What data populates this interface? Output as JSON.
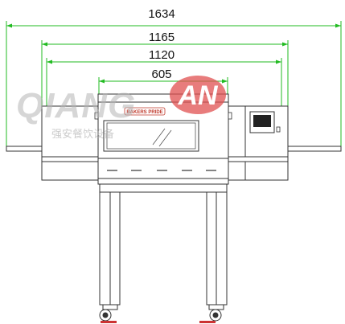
{
  "dimensions": {
    "overall_width": "1634",
    "body_width": "1165",
    "frame_width": "1120",
    "belt_width": "605"
  },
  "watermark": {
    "brand_prefix": "QIANG",
    "brand_suffix": "AN",
    "chinese": "强安餐饮设备"
  },
  "oven": {
    "badge": "BAKERS PRIDE"
  },
  "colors": {
    "dimension_line": "#22bb22",
    "drawing_line": "#333333",
    "watermark_accent": "#e05050"
  }
}
